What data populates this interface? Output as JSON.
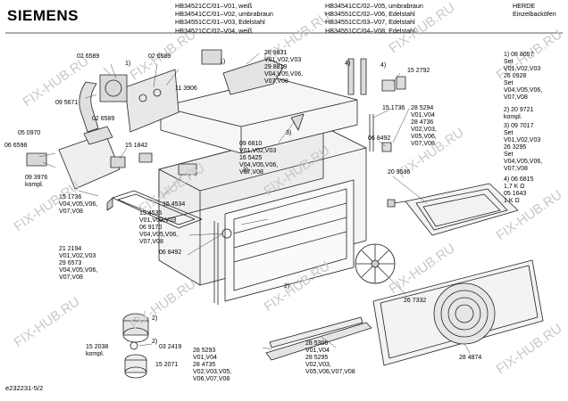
{
  "header": {
    "brand": "SIEMENS",
    "models_left": [
      "HB34521CC/01–V01, weiß",
      "HB34541CC/01–V02, umbrabraun",
      "HB34551CC/01–V03, Edelstahl",
      "HB34521CC/02–V04, weiß"
    ],
    "models_right": [
      "HB34541CC/02–V05, umbrabraun",
      "HB34551CC/02–V06, Edelstahl",
      "HB34551CC/03–V07, Edelstahl",
      "HB34551CC/04–V08, Edelstahl"
    ],
    "category_line1": "HERDE",
    "category_line2": "Einzelbacköfen"
  },
  "footer": {
    "diagram_id": "e232231-5/2"
  },
  "watermark": {
    "text": "FIX-HUB.RU"
  },
  "colors": {
    "line": "#222222",
    "watermark": "#c8c8c8"
  },
  "parts": {
    "p026589a": "02 6589",
    "p026589b": "02 6589",
    "p026589c": "02 6589",
    "p113906": "11 3906",
    "p095671": "09 5671",
    "p050970": "05 0970",
    "p066598": "06 6598",
    "p093976": "09 3976\nkompl.",
    "p151842": "15 1842",
    "p151736a": "15 1736\nV04,V05,V06,\nV07,V08",
    "p154534": "15 4534",
    "p154535": "15 4535\nV01,V02,V03\n06 9170\nV04,V05,V06,\nV07,V08",
    "p068492a": "06 8492",
    "p212194": "21 2194\nV01,V02,V03\n29 6573\nV04,V05,V06,\nV07,V08",
    "p152038": "15 2038\nkompl.",
    "p032419": "03 2419",
    "p152071": "15 2071",
    "p289831": "28 9831\nV01,V02,V03\n29 8819\nV04,V05,V06,\nV07,V08",
    "p096810": "09 6810\nV01,V02,V03\n16 5425\nV04,V05,V06,\nV07,V08",
    "p152792": "15 2792",
    "p151736b": "15 1736",
    "p285294": "28 5294\nV01,V04\n28 4736\nV02,V03,\nV05,V06,\nV07,V08",
    "p068492b": "06 8492",
    "p209536": "20 9536",
    "p267332": "26 7332",
    "p285293": "28 5293\nV01,V04\n28 4735\nV02,V03,V05,\nV06,V07,V08",
    "p285306": "28 5306\nV01,V04\n28 5295\nV02,V03,\nV05,V06,V07,V08",
    "p284874": "28 4874"
  },
  "callouts": {
    "c1a": "1)",
    "c1b": "1)",
    "c2a": "2)",
    "c2b": "2)",
    "c2c": "2)",
    "c3a": "3)",
    "c3b": "3)",
    "c4a": "4)",
    "c4b": "4)"
  },
  "legend": {
    "l1": "1) 08 8057\n    Set\n    V01,V02,V03\n    26 0928\n    Set\n    V04,V05,V06,\n    V07,V08",
    "l2": "2) 20 9721\n    kompl.",
    "l3": "3) 09 7017\n    Set\n    V01,V02,V03\n    26 3295\n    Set\n    V04,V05,V06,\n    V07,V08",
    "l4": "4) 06 6815\n    1,7 K Ω\n    05 1643\n    1 K Ω"
  }
}
